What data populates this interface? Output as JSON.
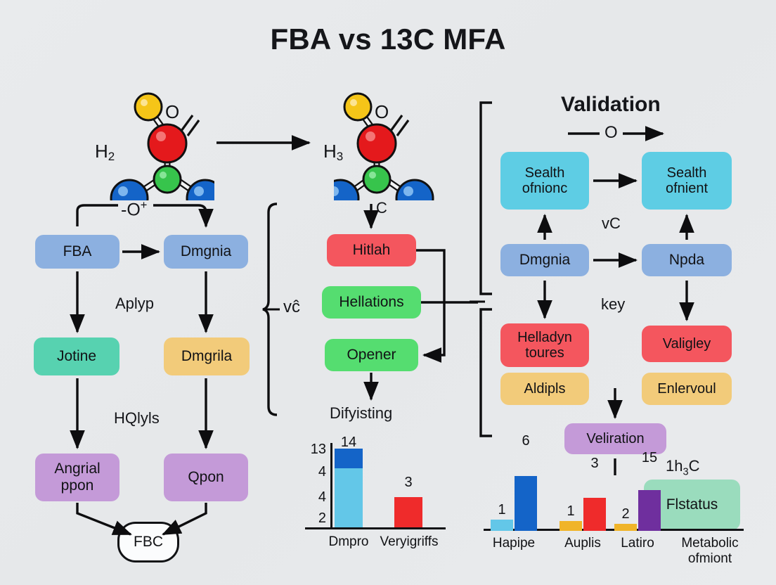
{
  "title": "FBA vs 13C MFA",
  "molecules": {
    "left": {
      "label_main": "H",
      "label_sub": "2",
      "oxygen_label": "O"
    },
    "right": {
      "label_main": "H",
      "label_sub": "3",
      "oxygen_label": "O"
    }
  },
  "edge_labels": {
    "o_plus": "-O+",
    "c_mid": "C",
    "validation_o": "O",
    "brace_left": "vĉ",
    "vc_right": "vC",
    "key": "key",
    "aplyp": "Aplyp",
    "hqlyls": "HQlyls",
    "difyisting": "Difyisting",
    "one_h3c": "1h3C"
  },
  "left_column": {
    "fba": "FBA",
    "dmgnia": "Dmgnia",
    "jotine": "Jotine",
    "dmgrila": "Dmgrila",
    "angrial_ppon": "Angrial\nppon",
    "qpon": "Qpon",
    "fbc": "FBC"
  },
  "middle_column": {
    "hitlah": "Hitlah",
    "hellations": "Hellations",
    "opener": "Opener",
    "difyisting": "Difyisting"
  },
  "right_column": {
    "heading": "Validation",
    "sealth_ofnionc": "Sealth\nofnionc",
    "sealth_ofnient": "Sealth\nofnient",
    "dmgnia": "Dmgnia",
    "npda": "Npda",
    "helladyn_toures": "Helladyn\ntoures",
    "valigley": "Valigley",
    "aldipls": "Aldipls",
    "enlervoul": "Enlervoul",
    "veliration": "Veliration",
    "flstatus": "Flstatus"
  },
  "colors": {
    "background": "#e8eaec",
    "blue_node": "#8cb0e0",
    "teal_node": "#57d2b0",
    "amber_node": "#f2cb7a",
    "purple_node": "#c49ad8",
    "red_node": "#f4565e",
    "green_node": "#55dd70",
    "cyan_node": "#5ecde4",
    "mint_node": "#9adcbd",
    "ink": "#111215",
    "bar_lightblue": "#63c7e8",
    "bar_blue": "#1464c8",
    "bar_red": "#ef2b2b",
    "bar_orange": "#f0b429",
    "bar_purple": "#6f2f9e"
  },
  "chart_data": [
    {
      "type": "bar",
      "id": "chart-dmpro",
      "title": "",
      "xlabel": "",
      "ylabel": "",
      "categories": [
        "Dmpro",
        "Veryigriffs"
      ],
      "ytick_labels": [
        "13",
        "4",
        "4",
        "2"
      ],
      "ylim": [
        0,
        16
      ],
      "grid": false,
      "legend": "none",
      "bars": [
        {
          "category": "Dmpro",
          "label": "14",
          "value": 14,
          "stacked": true,
          "segments": [
            {
              "name": "lower",
              "value": 10.5,
              "color": "#63c7e8"
            },
            {
              "name": "upper",
              "value": 3.5,
              "color": "#1464c8"
            }
          ]
        },
        {
          "category": "Veryigriffs",
          "label": "3",
          "value": 3,
          "stacked": false,
          "segments": [
            {
              "name": "single",
              "value": 3,
              "color": "#ef2b2b"
            }
          ]
        }
      ]
    },
    {
      "type": "bar",
      "id": "chart-hapipe",
      "title": "",
      "xlabel": "",
      "ylabel": "",
      "categories": [
        "Hapipe",
        "Auplis",
        "Latiro",
        "Metabolic\nofmiont"
      ],
      "ylim": [
        0,
        16
      ],
      "grid": false,
      "legend": "none",
      "groups": [
        {
          "category": "Hapipe",
          "bars": [
            {
              "label": "1",
              "value": 1,
              "color": "#63c7e8"
            },
            {
              "label": "6",
              "value": 6,
              "color": "#1464c8"
            }
          ]
        },
        {
          "category": "Auplis",
          "bars": [
            {
              "label": "1",
              "value": 1,
              "color": "#f0b429"
            },
            {
              "label": "3",
              "value": 3,
              "color": "#ef2b2b"
            }
          ]
        },
        {
          "category": "Latiro",
          "bars": [
            {
              "label": "2",
              "value": 0.6,
              "color": "#f0b429"
            },
            {
              "label": "15",
              "value": 4.2,
              "color": "#6f2f9e"
            }
          ]
        }
      ]
    }
  ]
}
